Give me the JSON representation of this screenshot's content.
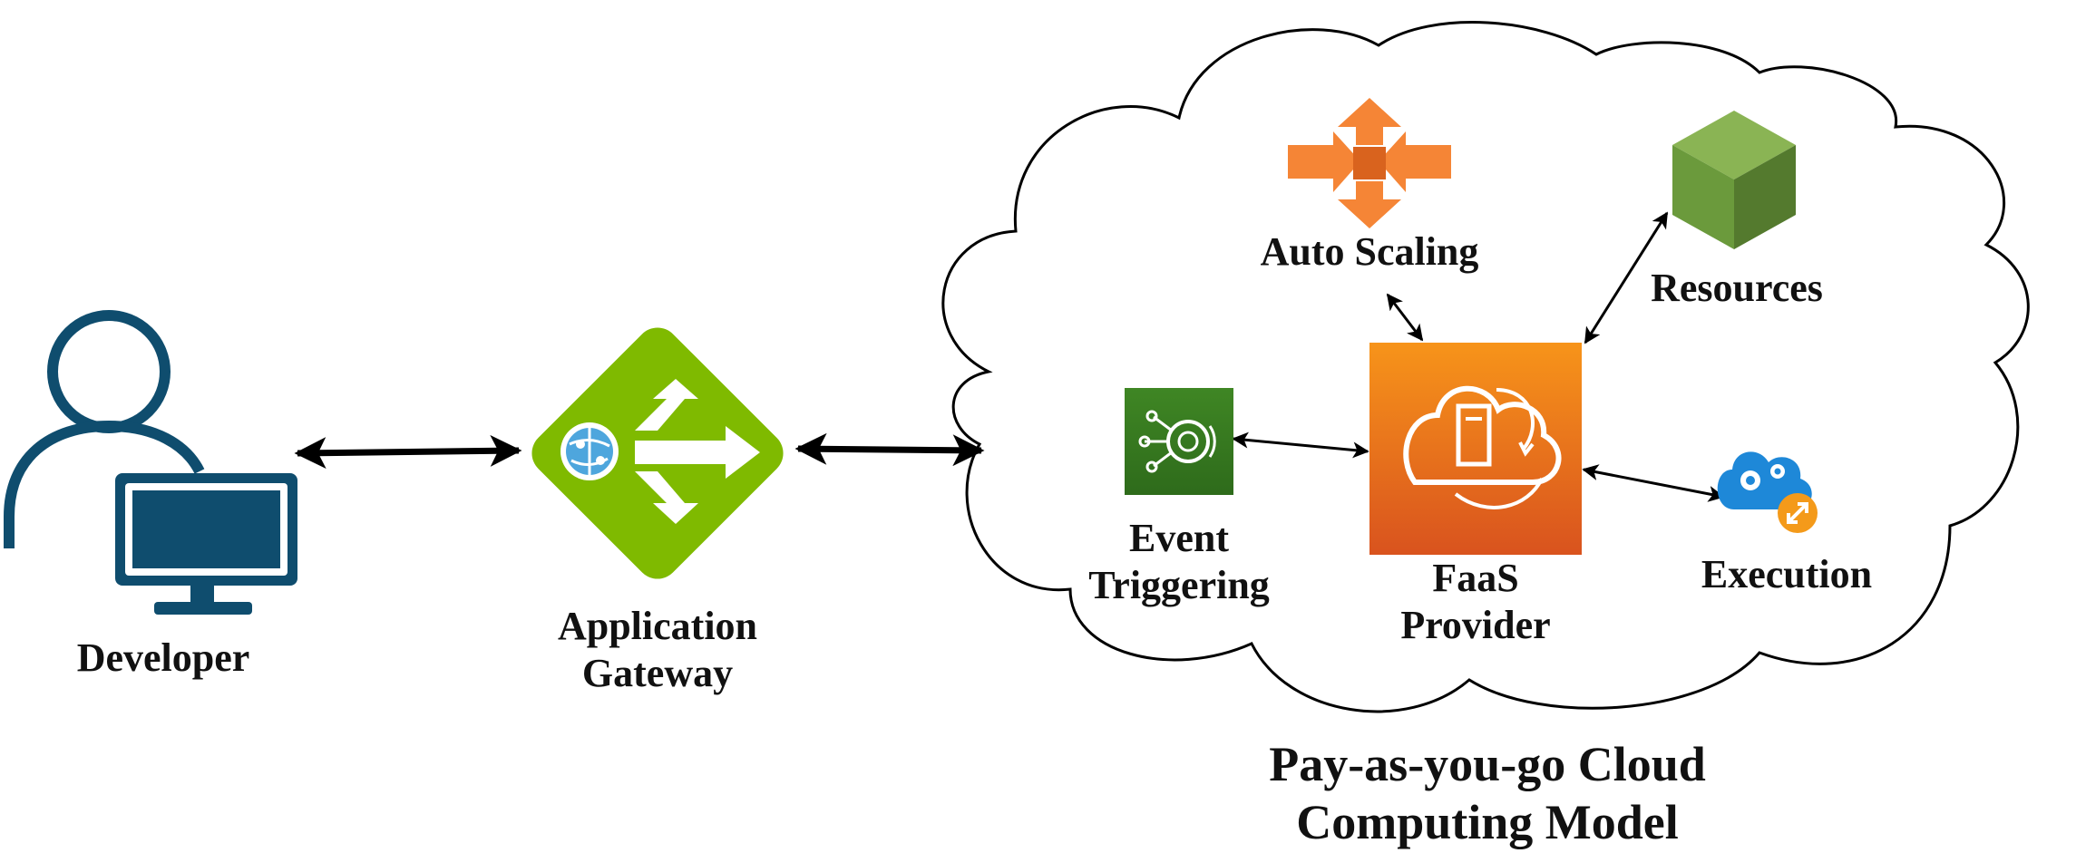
{
  "nodes": {
    "developer": {
      "label": "Developer",
      "icon": "developer-computer-icon",
      "color": "#0f4d6e"
    },
    "gateway": {
      "label_lines": [
        "Application",
        "Gateway"
      ],
      "icon": "application-gateway-icon",
      "color": "#7fba00"
    },
    "auto_scaling": {
      "label": "Auto Scaling",
      "icon": "auto-scaling-icon",
      "color": "#f58536"
    },
    "resources": {
      "label": "Resources",
      "icon": "resources-cube-icon",
      "color": "#6b9a3c"
    },
    "event_triggering": {
      "label_lines": [
        "Event",
        "Triggering"
      ],
      "icon": "event-triggering-icon",
      "color": "#3f8624"
    },
    "faas_provider": {
      "label_lines": [
        "FaaS",
        "Provider"
      ],
      "icon": "faas-provider-icon",
      "color": "#ef7b0d"
    },
    "execution": {
      "label": "Execution",
      "icon": "execution-cloud-icon",
      "color": "#1e88d8"
    }
  },
  "cloud": {
    "title_lines": [
      "Pay-as-you-go Cloud",
      "Computing Model"
    ]
  },
  "connections": [
    {
      "from": "developer",
      "to": "gateway",
      "direction": "both"
    },
    {
      "from": "gateway",
      "to": "cloud",
      "direction": "both"
    },
    {
      "from": "auto_scaling",
      "to": "faas_provider",
      "direction": "both"
    },
    {
      "from": "resources",
      "to": "faas_provider",
      "direction": "both"
    },
    {
      "from": "event_triggering",
      "to": "faas_provider",
      "direction": "both"
    },
    {
      "from": "faas_provider",
      "to": "execution",
      "direction": "both"
    }
  ]
}
